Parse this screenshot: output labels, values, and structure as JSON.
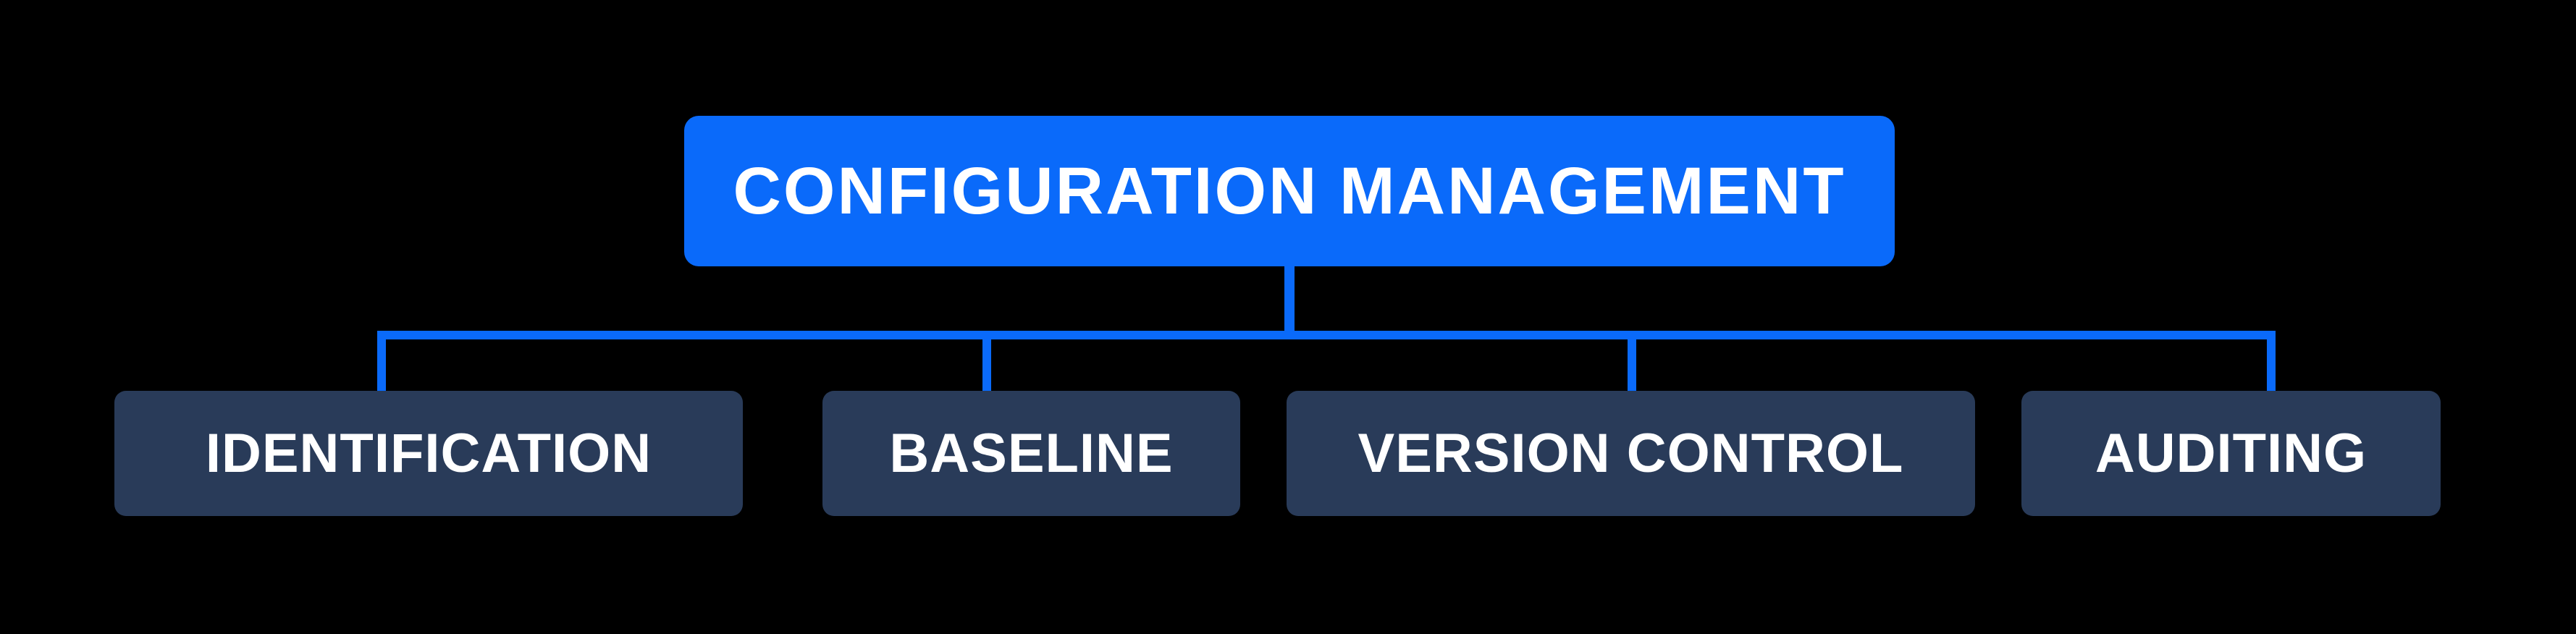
{
  "diagram": {
    "type": "hierarchy",
    "root": {
      "label": "CONFIGURATION MANAGEMENT"
    },
    "children": [
      {
        "label": "IDENTIFICATION"
      },
      {
        "label": "BASELINE"
      },
      {
        "label": "VERSION CONTROL"
      },
      {
        "label": "AUDITING"
      }
    ],
    "colors": {
      "background": "#000000",
      "root_fill": "#0A6AFA",
      "connector": "#0A6AFA",
      "child_fill": "#293B59",
      "text": "#FFFFFF"
    }
  }
}
